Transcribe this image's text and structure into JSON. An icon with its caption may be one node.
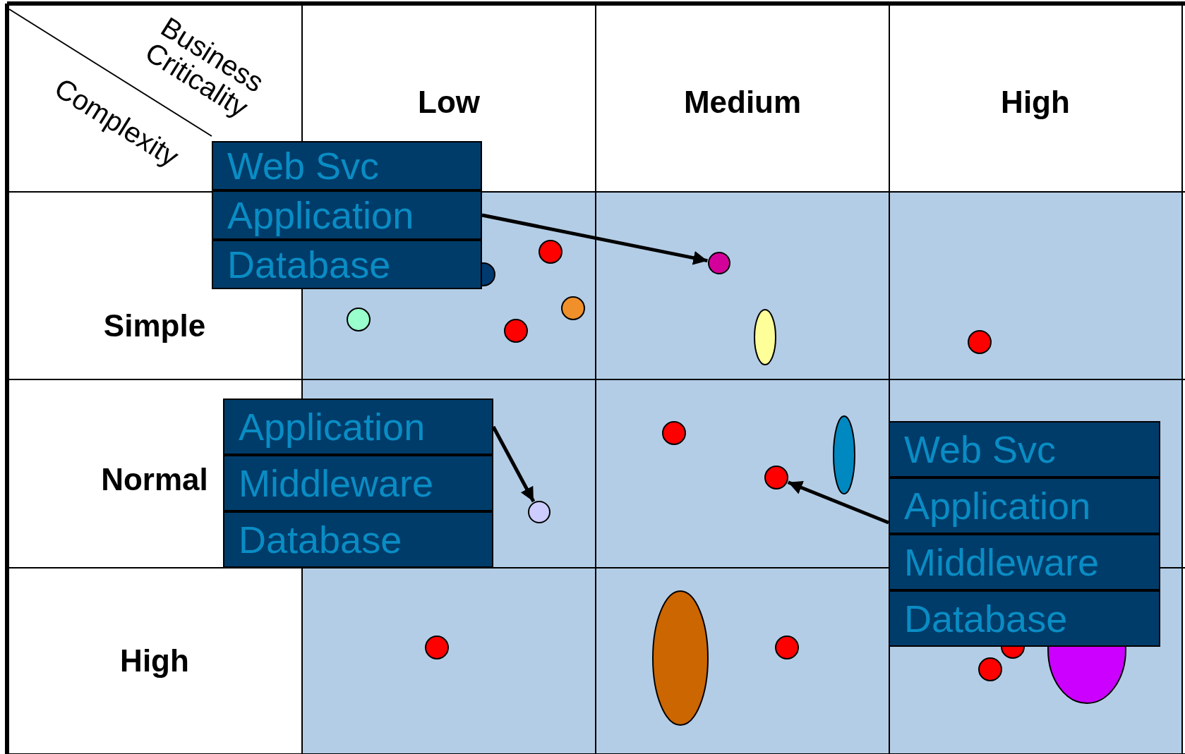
{
  "diagram": {
    "nodes": [
      {
        "text": [
          "Web Svc"
        ]
      },
      {
        "text": [
          "Application"
        ]
      },
      {
        "text": [
          "Database"
        ]
      },
      {
        "text": [],
        "shape": "circle"
      },
      {
        "text": [
          "Application"
        ]
      },
      {
        "text": [
          "Middleware"
        ]
      },
      {
        "text": [
          "Database"
        ]
      },
      {
        "text": [
          "Web Svc"
        ]
      },
      {
        "text": [
          "Application"
        ]
      },
      {
        "text": [
          "Middleware"
        ]
      },
      {
        "text": [
          "Database"
        ]
      },
      {
        "text": [],
        "shape": "circle"
      },
      {
        "text": [],
        "shape": "circle"
      },
      {
        "text": [],
        "shape": "circle"
      },
      {
        "text": [],
        "shape": "circle"
      },
      {
        "text": [],
        "shape": "circle"
      },
      {
        "text": [],
        "shape": "circle"
      },
      {
        "text": [],
        "shape": "circle"
      },
      {
        "text": [],
        "shape": "ellipse"
      },
      {
        "text": [],
        "shape": "circle"
      },
      {
        "text": [],
        "shape": "circle"
      },
      {
        "text": [],
        "shape": "ellipse"
      },
      {
        "text": [],
        "shape": "circle"
      },
      {
        "text": [],
        "shape": "ellipse"
      },
      {
        "text": [],
        "shape": "circle"
      },
      {
        "text": [],
        "shape": "circle"
      },
      {
        "text": [],
        "shape": "circle"
      },
      {
        "text": [],
        "shape": "ellipse"
      }
    ],
    "edges": [
      {
        "from": 1,
        "to": 3,
        "arrow": "to"
      },
      {
        "from": 4,
        "to": 12,
        "arrow": "to"
      },
      {
        "from": 8,
        "to": 11,
        "arrow": "to"
      }
    ],
    "labels": [
      "Business Criticality",
      "Complexity",
      "Low",
      "Medium",
      "High",
      "Simple",
      "Normal",
      "High"
    ]
  }
}
